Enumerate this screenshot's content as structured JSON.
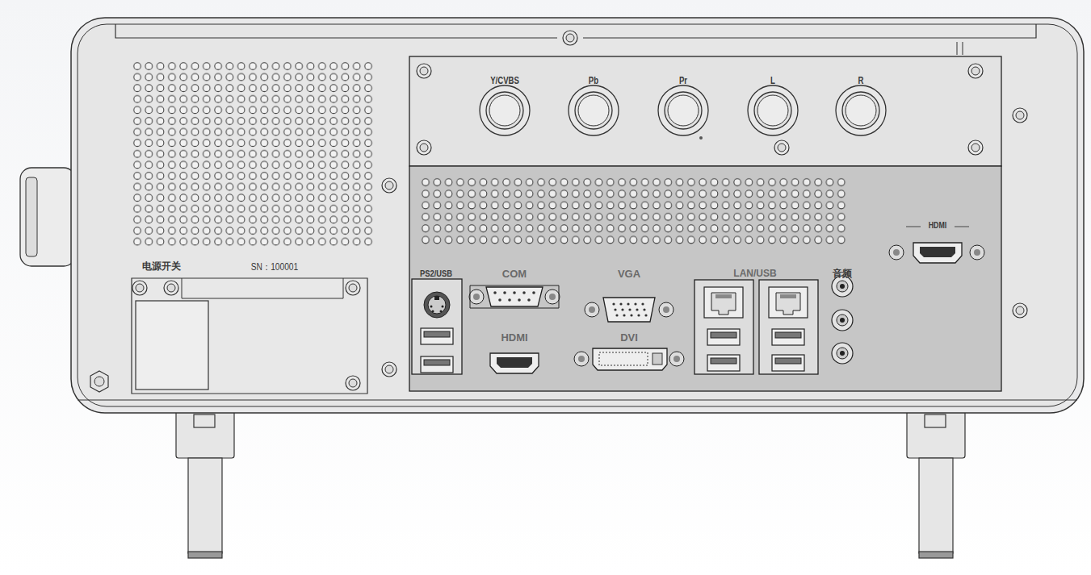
{
  "diagram": {
    "labels": [
      "Y/CVBS",
      "Pb",
      "Pr",
      "L",
      "R",
      "HDMI",
      "电源开关",
      "SN：100001",
      "PS2/USB",
      "COM",
      "VGA",
      "LAN/USB",
      "音频",
      "HDMI",
      "DVI"
    ]
  }
}
